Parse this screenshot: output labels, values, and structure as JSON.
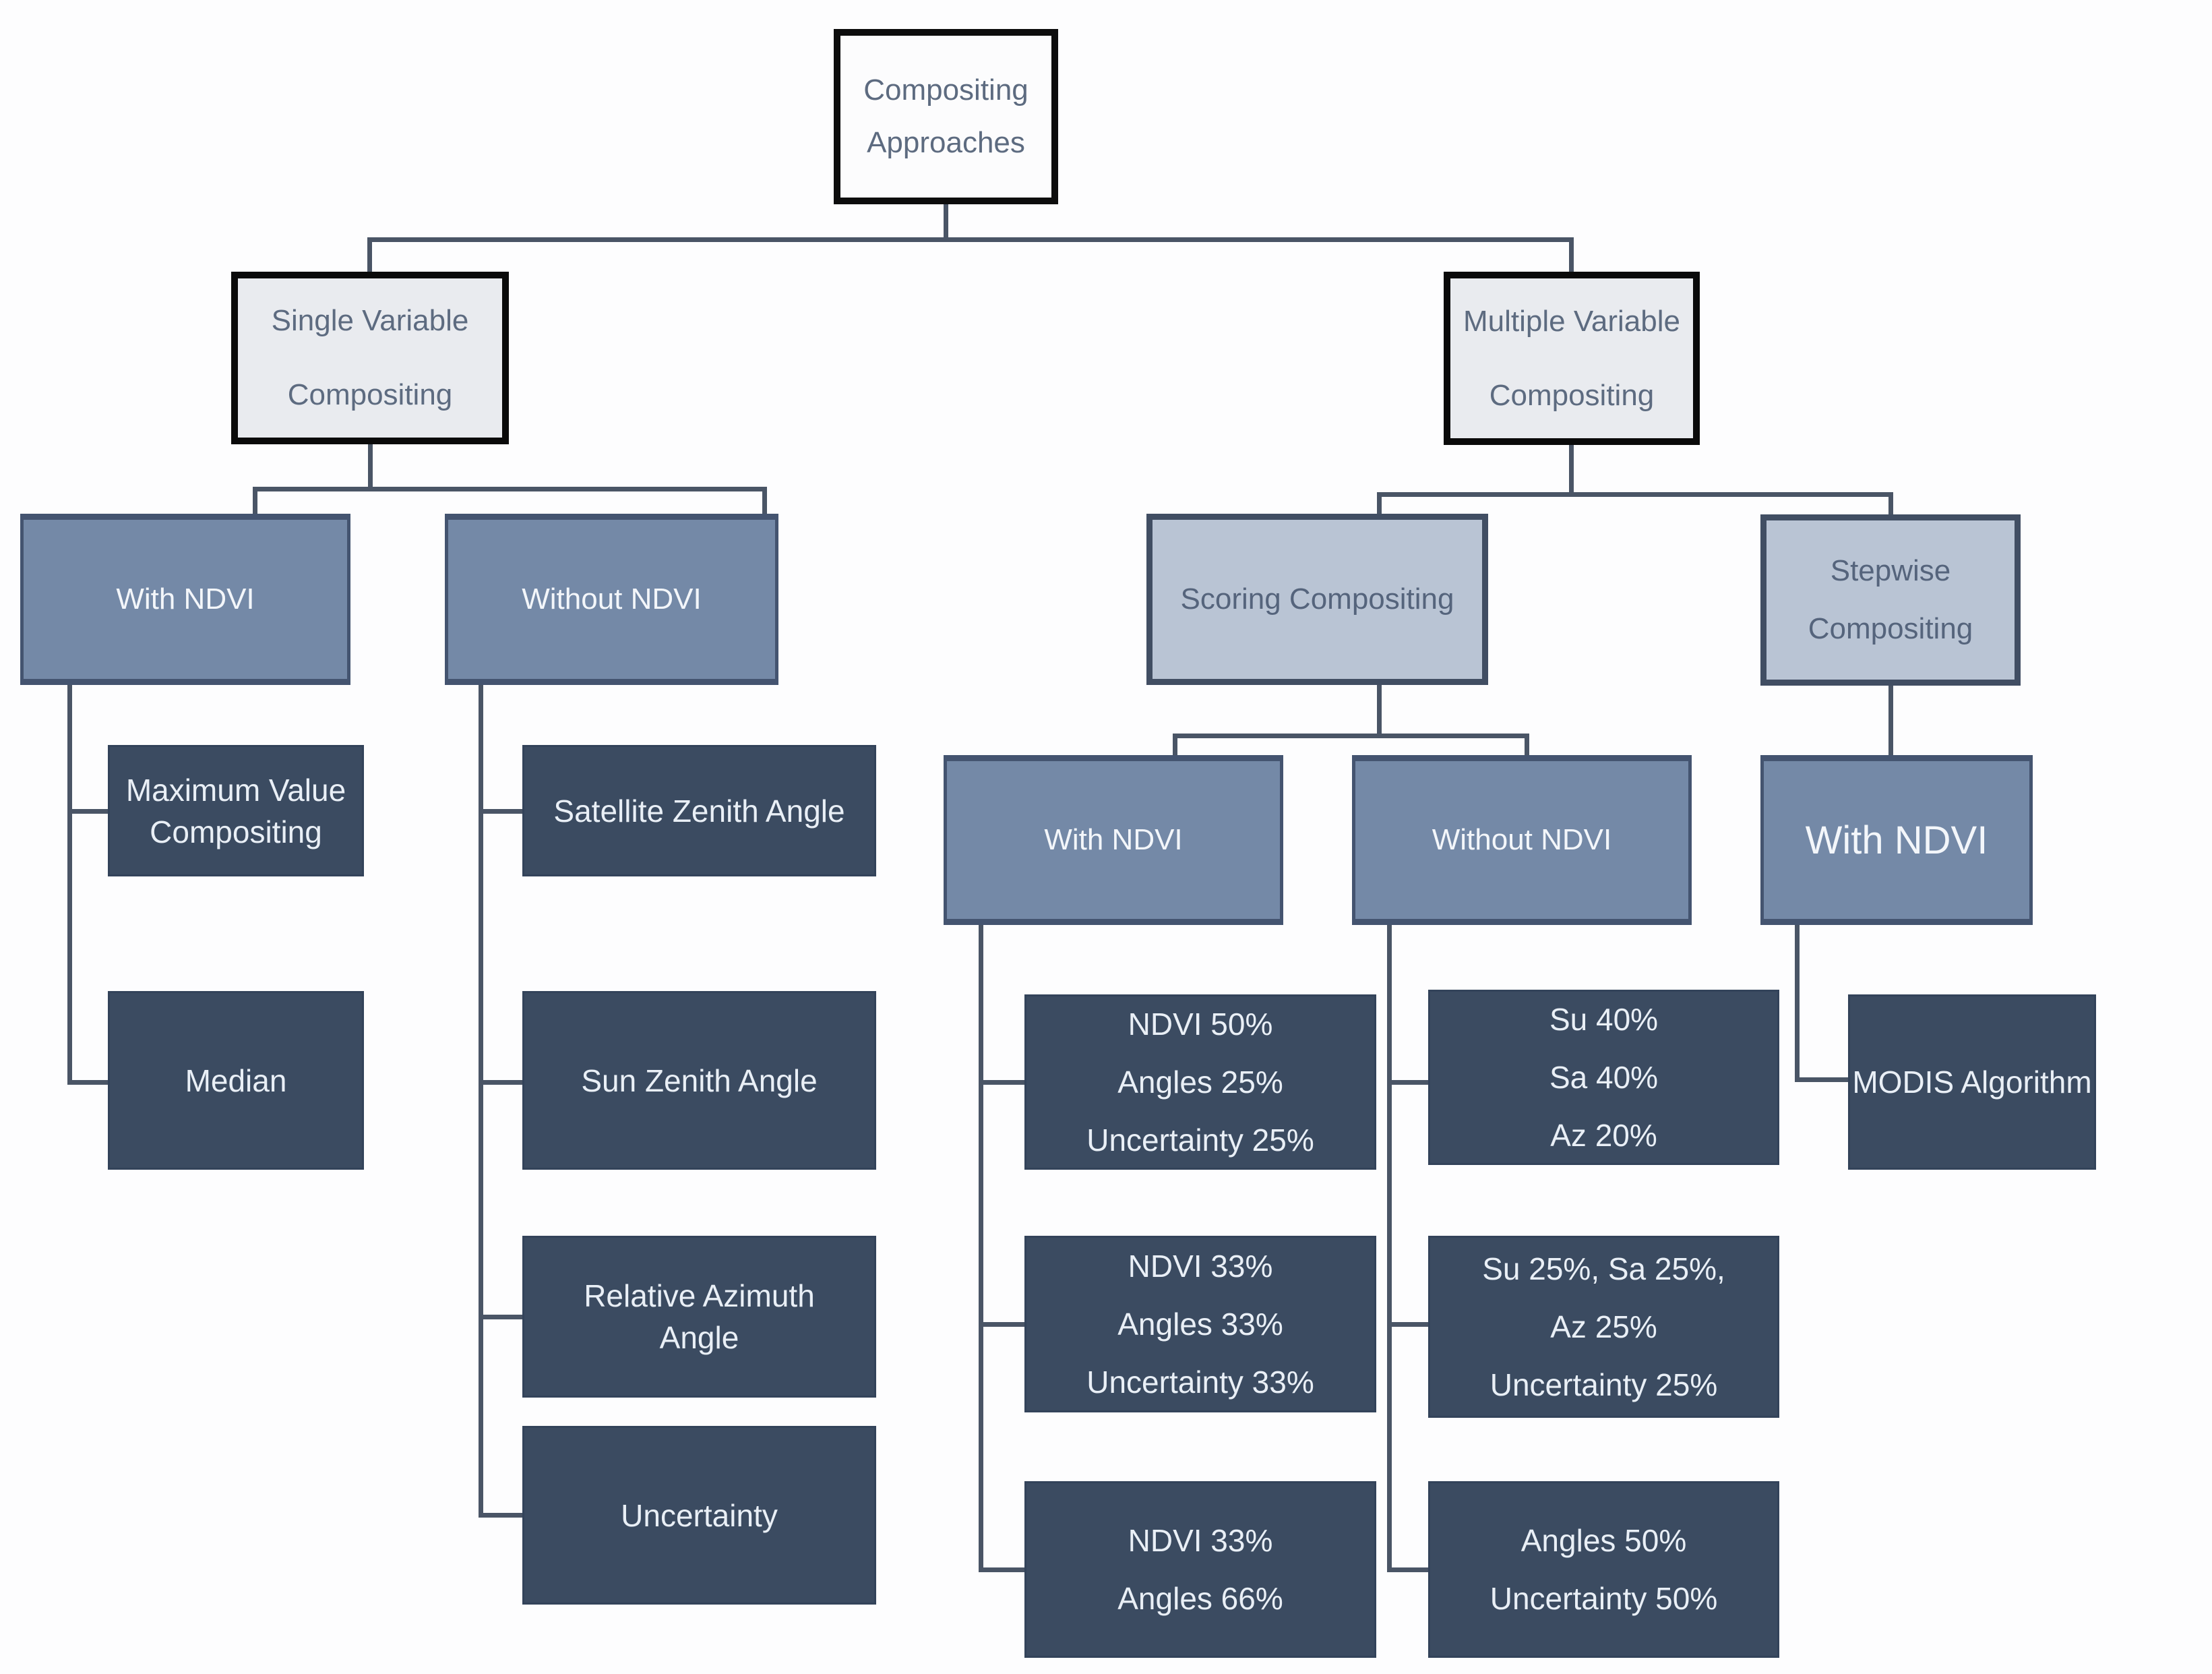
{
  "diagram": {
    "title": "Compositing Approaches",
    "colors": {
      "root_fill": "#fcfcfd",
      "level2_fill": "#e9ebef",
      "level3_fill": "#7489a7",
      "light_blue_fill": "#b9c4d4",
      "leaf_fill": "#3b4b61",
      "connector": "#4a5566",
      "root_border": "#0d0d0d",
      "leaf_text": "#e9eff6",
      "header_text": "#5d6b80"
    },
    "nodes": {
      "root": {
        "lines": [
          "Compositing",
          "Approaches"
        ]
      },
      "svc": {
        "lines": [
          "Single Variable",
          "Compositing"
        ]
      },
      "mvc": {
        "lines": [
          "Multiple Variable",
          "Compositing"
        ]
      },
      "withndvi_l": {
        "label": "With NDVI"
      },
      "withoutndvi_l": {
        "label": "Without NDVI"
      },
      "scoring": {
        "label": "Scoring Compositing"
      },
      "stepwise": {
        "lines": [
          "Stepwise",
          "Compositing"
        ]
      },
      "maxval": {
        "lines": [
          "Maximum Value",
          "Compositing"
        ]
      },
      "median": {
        "label": "Median"
      },
      "sza": {
        "label": "Satellite Zenith Angle"
      },
      "sunza": {
        "label": "Sun Zenith Angle"
      },
      "raa": {
        "lines": [
          "Relative Azimuth",
          "Angle"
        ]
      },
      "unc": {
        "label": "Uncertainty"
      },
      "withndvi_m": {
        "label": "With NDVI"
      },
      "withoutndvi_m": {
        "label": "Without NDVI"
      },
      "withndvi_s": {
        "label": "With NDVI"
      },
      "ndvi50": {
        "lines": [
          "NDVI 50%",
          "Angles 25%",
          "Uncertainty 25%"
        ]
      },
      "ndvi33": {
        "lines": [
          "NDVI 33%",
          "Angles 33%",
          "Uncertainty 33%"
        ]
      },
      "ndvi3366": {
        "lines": [
          "NDVI 33%",
          "Angles 66%"
        ]
      },
      "su40": {
        "lines": [
          "Su 40%",
          "Sa 40%",
          "Az 20%"
        ]
      },
      "su25": {
        "lines": [
          "Su 25%, Sa 25%,",
          "Az 25%",
          "Uncertainty 25%"
        ]
      },
      "angles50": {
        "lines": [
          "Angles 50%",
          "Uncertainty 50%"
        ]
      },
      "modis": {
        "label": "MODIS Algorithm"
      }
    }
  }
}
